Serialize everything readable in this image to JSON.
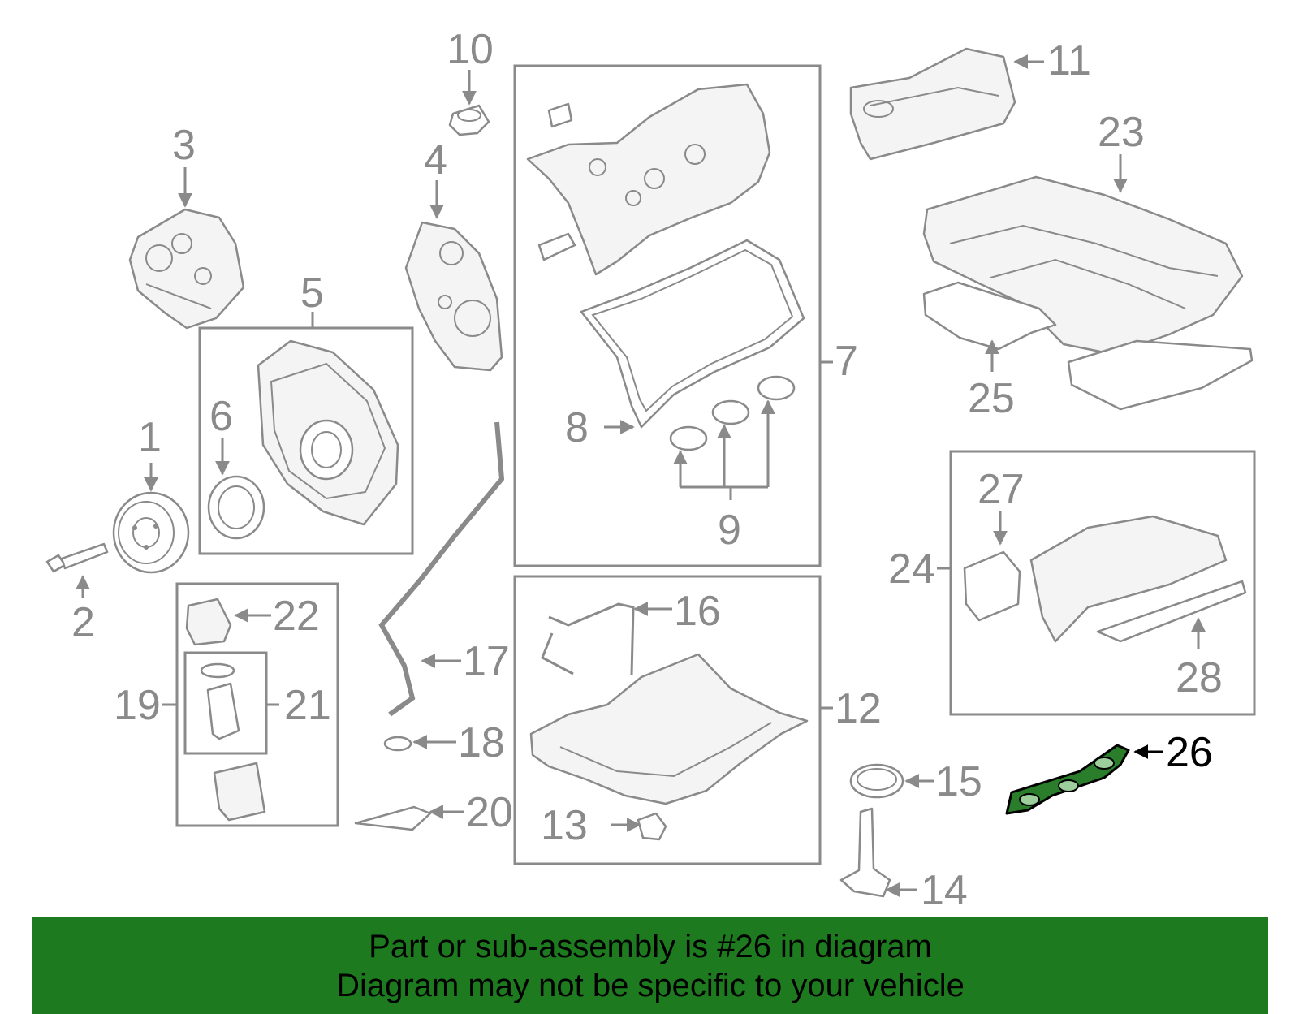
{
  "diagram": {
    "highlight_color": "#1e7a1e",
    "callouts": {
      "c1": "1",
      "c2": "2",
      "c3": "3",
      "c4": "4",
      "c5": "5",
      "c6": "6",
      "c7": "7",
      "c8": "8",
      "c9": "9",
      "c10": "10",
      "c11": "11",
      "c12": "12",
      "c13": "13",
      "c14": "14",
      "c15": "15",
      "c16": "16",
      "c17": "17",
      "c18": "18",
      "c19": "19",
      "c20": "20",
      "c21": "21",
      "c22": "22",
      "c23": "23",
      "c24": "24",
      "c25": "25",
      "c26": "26",
      "c27": "27",
      "c28": "28"
    }
  },
  "banner": {
    "line1": "Part or sub-assembly is #26 in diagram",
    "line2": "Diagram may not be specific to your vehicle",
    "background": "#1e7a1e"
  }
}
